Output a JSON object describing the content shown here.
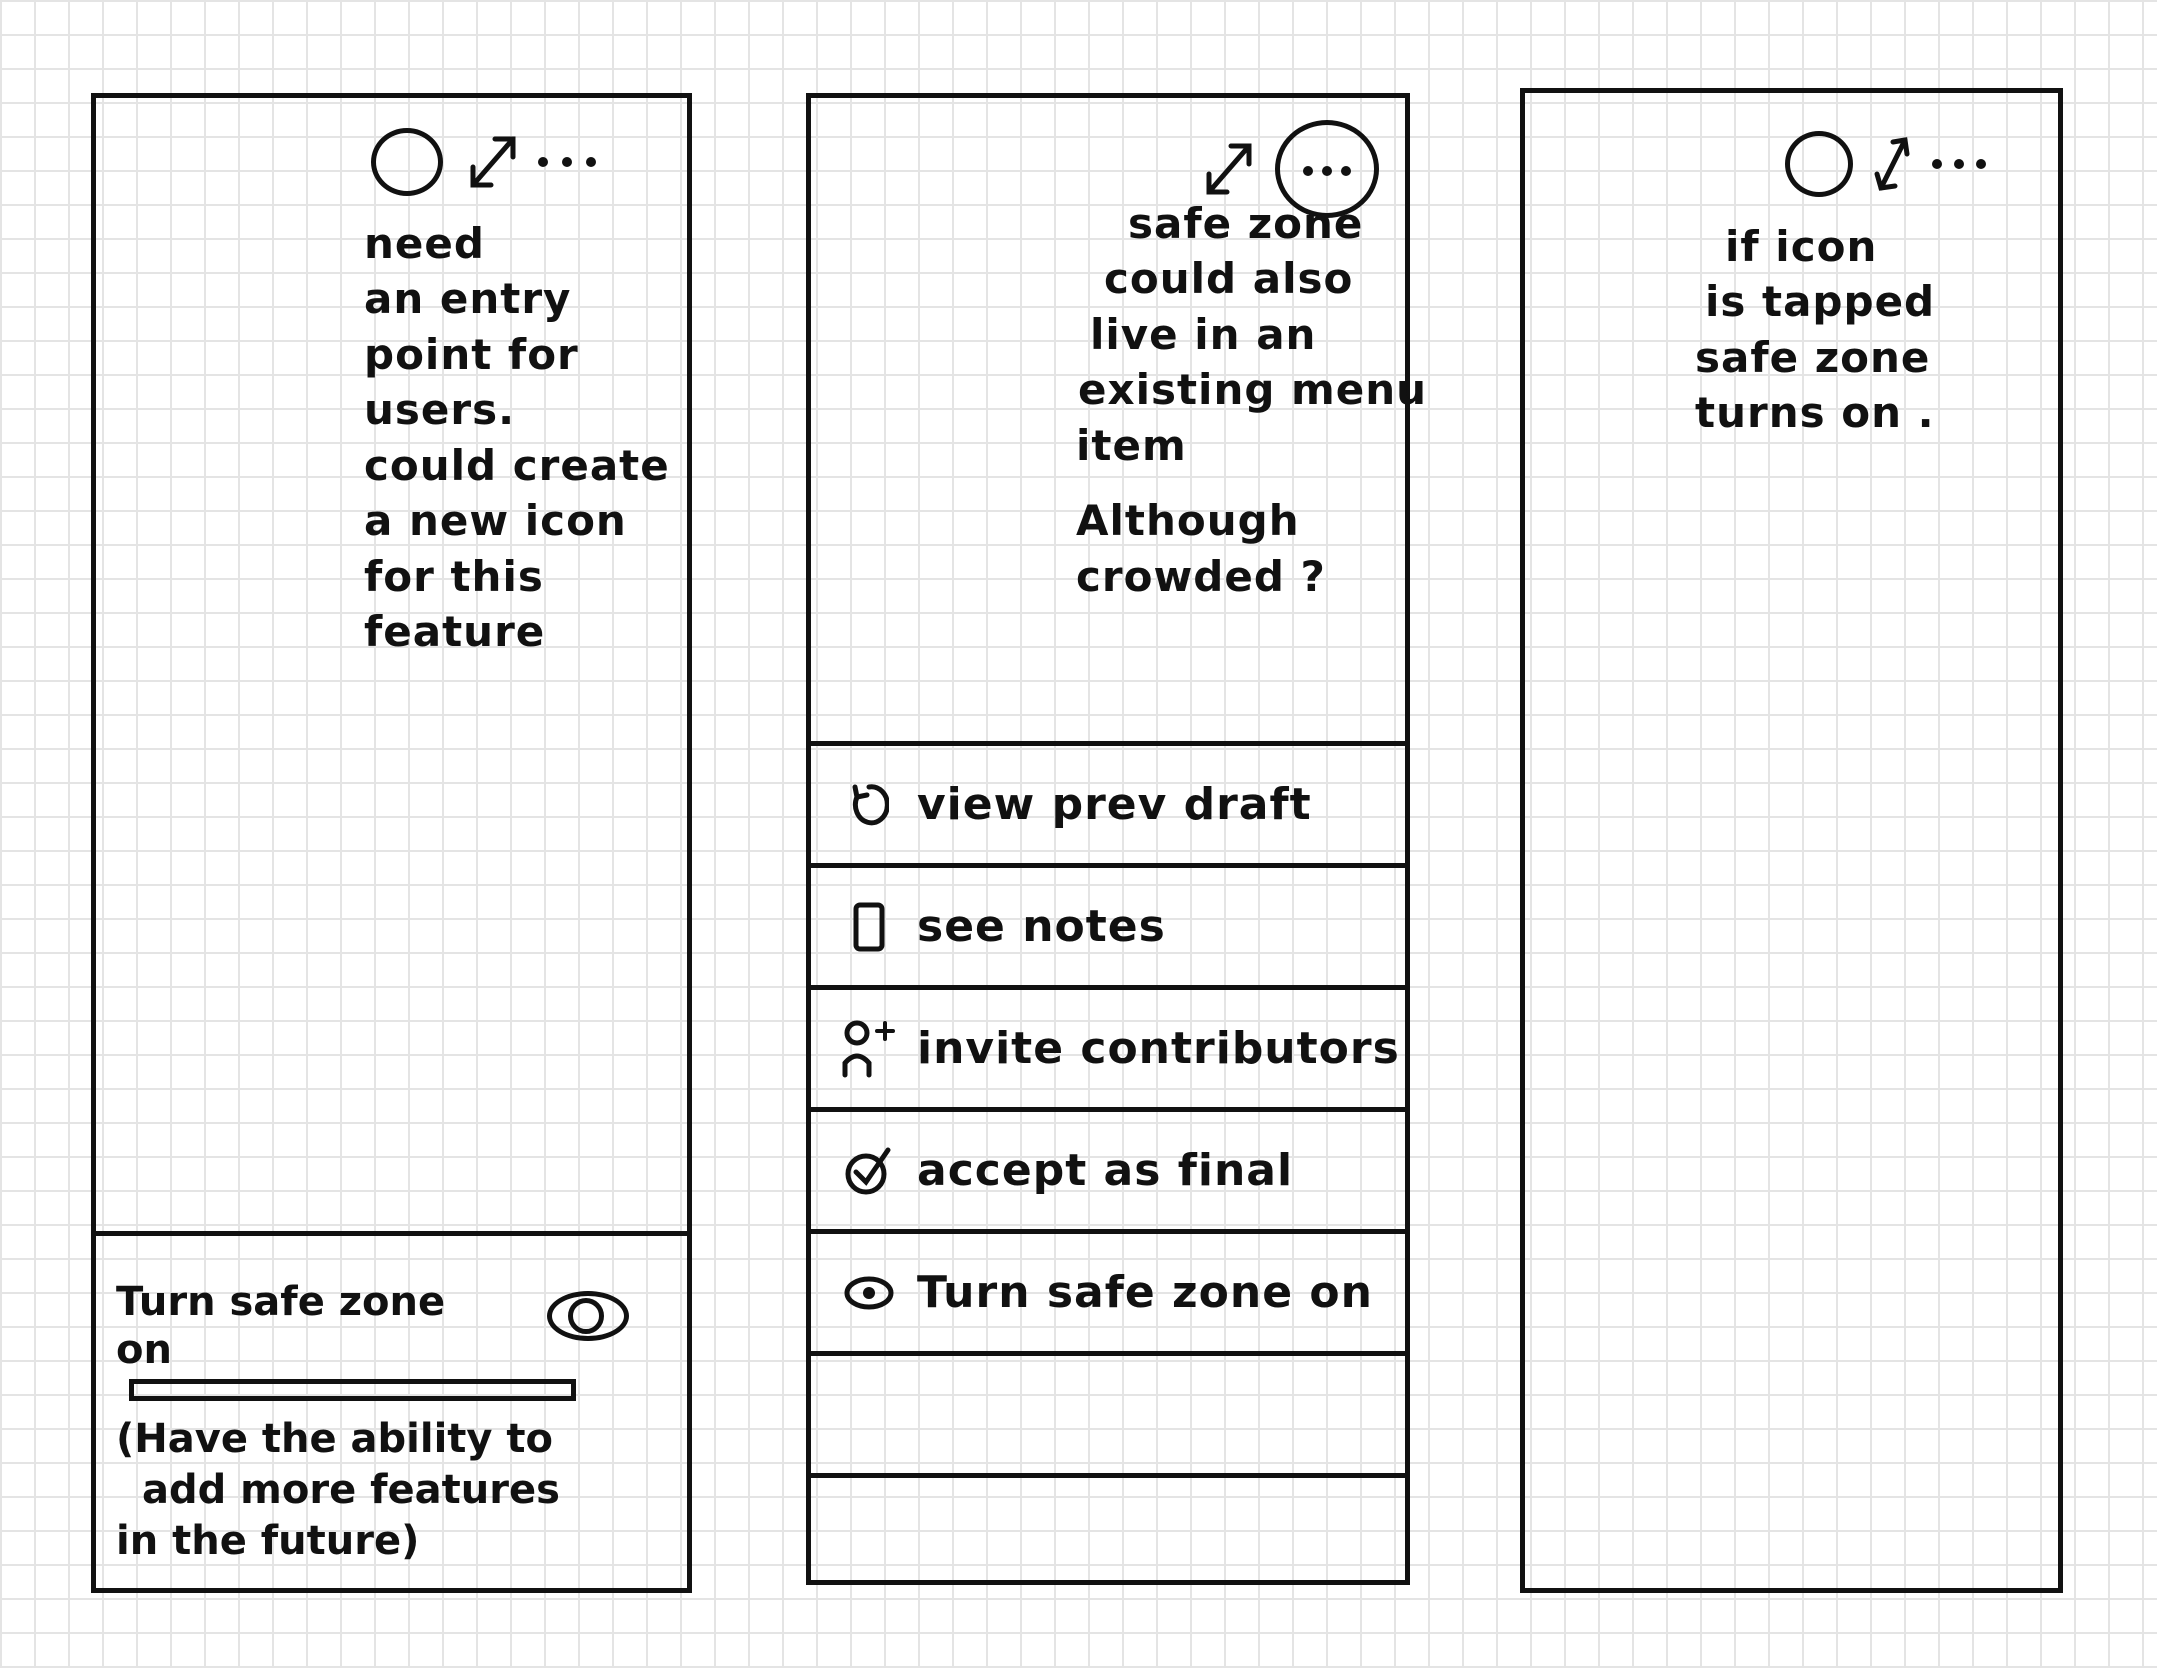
{
  "frame1": {
    "note": [
      "need",
      "an entry",
      "point for",
      "users.",
      "could create",
      "a new icon",
      "for this",
      "feature"
    ],
    "sheet": {
      "label": "Turn safe zone on",
      "note": [
        "(Have the ability to",
        "add more features",
        "in the future)"
      ]
    }
  },
  "frame2": {
    "note": [
      "safe zone",
      "could also",
      "live in an",
      "existing menu",
      "item",
      "",
      "Although",
      "crowded ?"
    ],
    "menu": [
      {
        "label": "view prev draft",
        "icon": "rewind-icon"
      },
      {
        "label": "see notes",
        "icon": "note-icon"
      },
      {
        "label": "invite contributors",
        "icon": "add-person-icon"
      },
      {
        "label": "accept as final",
        "icon": "check-circle-icon"
      },
      {
        "label": "Turn safe zone on",
        "icon": "eye-icon"
      }
    ]
  },
  "frame3": {
    "note": [
      "if icon",
      "is tapped",
      "safe zone",
      "turns on ."
    ]
  }
}
